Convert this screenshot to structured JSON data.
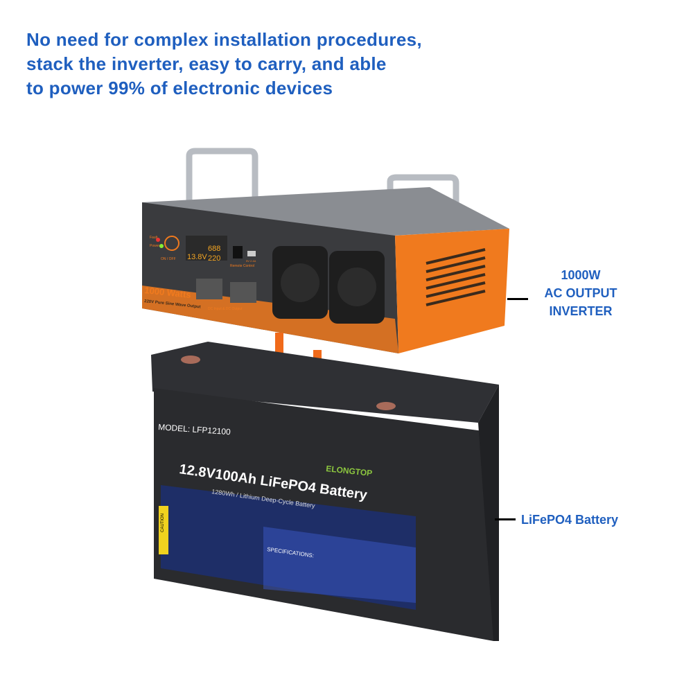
{
  "headline": [
    "No need for complex installation procedures,",
    "stack the inverter, easy to carry, and able",
    "to power 99% of electronic devices"
  ],
  "inverter_callout": [
    "1000W",
    "AC OUTPUT",
    "INVERTER"
  ],
  "battery_callout": "LiFePO4 Battery",
  "inverter": {
    "fault_label": "Fault",
    "power_label": "Power",
    "switch_label": "ON / OFF",
    "display": {
      "output_watts": "688",
      "battery_voltage": "13.8V",
      "ac_voltage": "220"
    },
    "remote_label": "Remote Control",
    "usb_label": "5V 2.4A",
    "dc_label": "DC Input & DC Output",
    "watts_label": "1000 Watts",
    "wave_label": "220V Pure Sine Wave Output"
  },
  "battery": {
    "model": "MODEL: LFP12100",
    "title": "12.8V100Ah  LiFePO4  Battery",
    "subtitle": "1280Wh / Lithium Deep-Cycle Battery",
    "brand": "ELONGTOP",
    "caution": "CAUTION",
    "specs_title": "SPECIFICATIONS:"
  },
  "colors": {
    "headline": "#1f5fbf",
    "inverter_orange": "#f07a1e",
    "battery_body": "#2a2b2e",
    "arrow": "#f06a1a"
  }
}
